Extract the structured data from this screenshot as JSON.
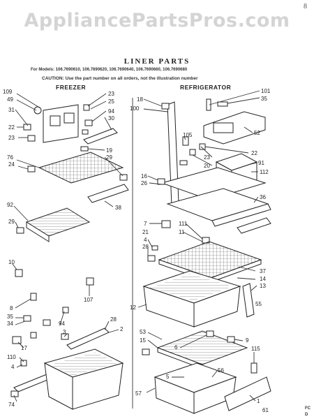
{
  "watermark": "AppliancePartsPros.com",
  "corner_mark": "8",
  "title": "LINER PARTS",
  "models_line": "For Models: 106.7690610, 106.7690620, 106.7690640, 106.7690660, 106.7690680",
  "caution_line": "CAUTION: Use the part number on all orders, not the illustration number",
  "sections": {
    "freezer": "FREEZER",
    "refrigerator": "REFRIGERATOR"
  },
  "footer_codes": {
    "fc": "FC",
    "d": "D"
  },
  "callouts": [
    {
      "id": "c109",
      "text": "109"
    },
    {
      "id": "c49",
      "text": "49"
    },
    {
      "id": "c31",
      "text": "31"
    },
    {
      "id": "c22a",
      "text": "22"
    },
    {
      "id": "c23a",
      "text": "23"
    },
    {
      "id": "c23b",
      "text": "23"
    },
    {
      "id": "c25",
      "text": "25"
    },
    {
      "id": "c94a",
      "text": "94"
    },
    {
      "id": "c30",
      "text": "30"
    },
    {
      "id": "c19",
      "text": "19"
    },
    {
      "id": "c29a",
      "text": "29"
    },
    {
      "id": "c76",
      "text": "76"
    },
    {
      "id": "c24",
      "text": "24"
    },
    {
      "id": "c38",
      "text": "38"
    },
    {
      "id": "c92",
      "text": "92"
    },
    {
      "id": "c29b",
      "text": "29"
    },
    {
      "id": "c10",
      "text": "10"
    },
    {
      "id": "c107",
      "text": "107"
    },
    {
      "id": "c8",
      "text": "8"
    },
    {
      "id": "c35a",
      "text": "35"
    },
    {
      "id": "c34",
      "text": "34"
    },
    {
      "id": "c94b",
      "text": "94"
    },
    {
      "id": "c3",
      "text": "3"
    },
    {
      "id": "c17",
      "text": "17"
    },
    {
      "id": "c28a",
      "text": "28"
    },
    {
      "id": "c2",
      "text": "2"
    },
    {
      "id": "c110",
      "text": "110"
    },
    {
      "id": "c4a",
      "text": "4"
    },
    {
      "id": "c74",
      "text": "74"
    },
    {
      "id": "c18",
      "text": "18"
    },
    {
      "id": "c100",
      "text": "100"
    },
    {
      "id": "c101",
      "text": "101"
    },
    {
      "id": "c35b",
      "text": "35"
    },
    {
      "id": "c105",
      "text": "105"
    },
    {
      "id": "c52",
      "text": "52"
    },
    {
      "id": "c23c",
      "text": "23"
    },
    {
      "id": "c20",
      "text": "20"
    },
    {
      "id": "c22b",
      "text": "22"
    },
    {
      "id": "c91",
      "text": "91"
    },
    {
      "id": "c112",
      "text": "112"
    },
    {
      "id": "c16",
      "text": "16"
    },
    {
      "id": "c26",
      "text": "26"
    },
    {
      "id": "c36",
      "text": "36"
    },
    {
      "id": "c7",
      "text": "7"
    },
    {
      "id": "c21",
      "text": "21"
    },
    {
      "id": "c4b",
      "text": "4"
    },
    {
      "id": "c28b",
      "text": "28"
    },
    {
      "id": "c111",
      "text": "111"
    },
    {
      "id": "c11",
      "text": "11"
    },
    {
      "id": "c37",
      "text": "37"
    },
    {
      "id": "c14",
      "text": "14"
    },
    {
      "id": "c13",
      "text": "13"
    },
    {
      "id": "c12",
      "text": "12"
    },
    {
      "id": "c55",
      "text": "55"
    },
    {
      "id": "c53",
      "text": "53"
    },
    {
      "id": "c15",
      "text": "15"
    },
    {
      "id": "c9",
      "text": "9"
    },
    {
      "id": "c6",
      "text": "6"
    },
    {
      "id": "c5",
      "text": "5"
    },
    {
      "id": "c56",
      "text": "56"
    },
    {
      "id": "c57",
      "text": "57"
    },
    {
      "id": "c115",
      "text": "115"
    },
    {
      "id": "c1",
      "text": "1"
    },
    {
      "id": "c61",
      "text": "61"
    }
  ]
}
